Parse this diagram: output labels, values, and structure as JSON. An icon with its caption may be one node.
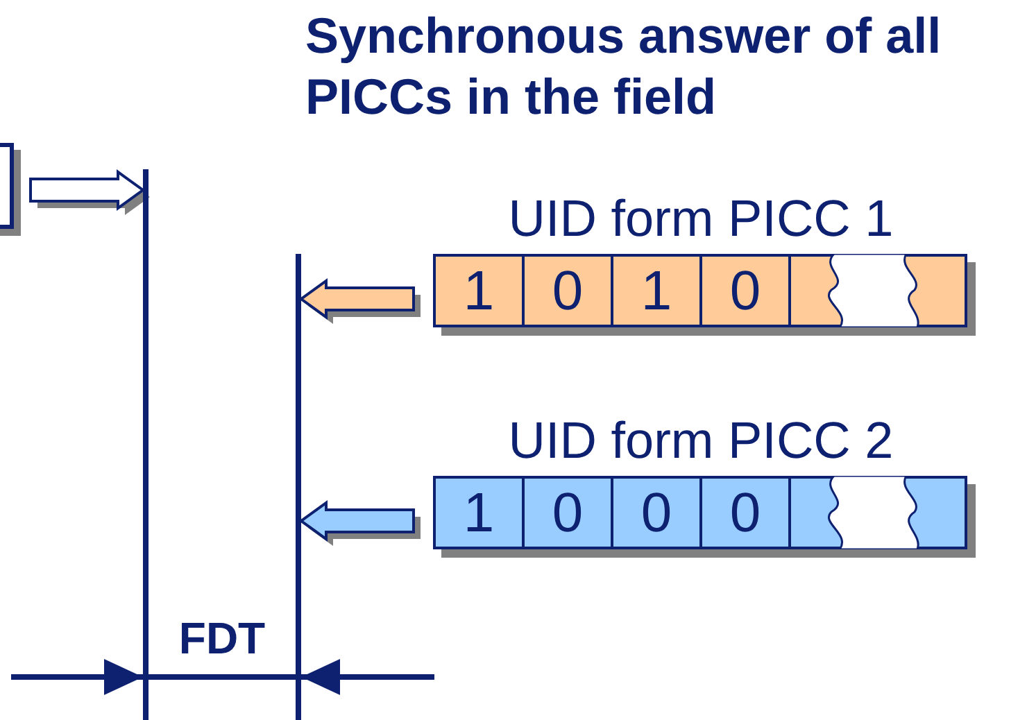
{
  "diagram": {
    "title": "Synchronous answer of all PICCs in the field",
    "nodes": [
      {
        "text": [],
        "shape": "box"
      },
      {
        "text": [],
        "shape": "bar"
      },
      {
        "text": [],
        "shape": "bar"
      },
      {
        "text": [
          "UID form PICC 1",
          "1",
          "0",
          "1",
          "0"
        ]
      },
      {
        "text": [
          "UID form PICC 2",
          "1",
          "0",
          "0",
          "0"
        ]
      }
    ],
    "edges": [
      {
        "from": 0,
        "to": 1,
        "arrow": "to",
        "color": "#ffffff"
      },
      {
        "from": 3,
        "to": 2,
        "arrow": "to",
        "color": "#ffcc99"
      },
      {
        "from": 4,
        "to": 2,
        "arrow": "to",
        "color": "#99ccff"
      }
    ],
    "labels": [
      "FDT"
    ]
  }
}
